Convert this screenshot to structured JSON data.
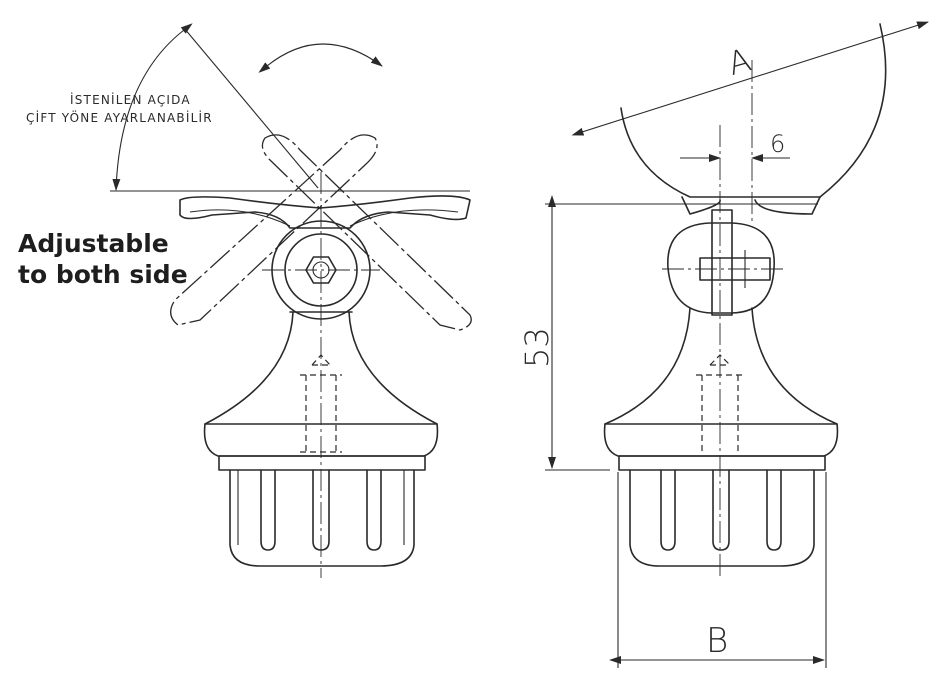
{
  "callout": {
    "line1": "Adjustable",
    "line2": "to both side"
  },
  "note": {
    "line1": "İSTENİLEN AÇIDA",
    "line2": "ÇİFT YÖNE AYARLANABİLİR"
  },
  "dimensions": {
    "height": "53",
    "clearance": "6",
    "tube": "A",
    "base": "B"
  }
}
